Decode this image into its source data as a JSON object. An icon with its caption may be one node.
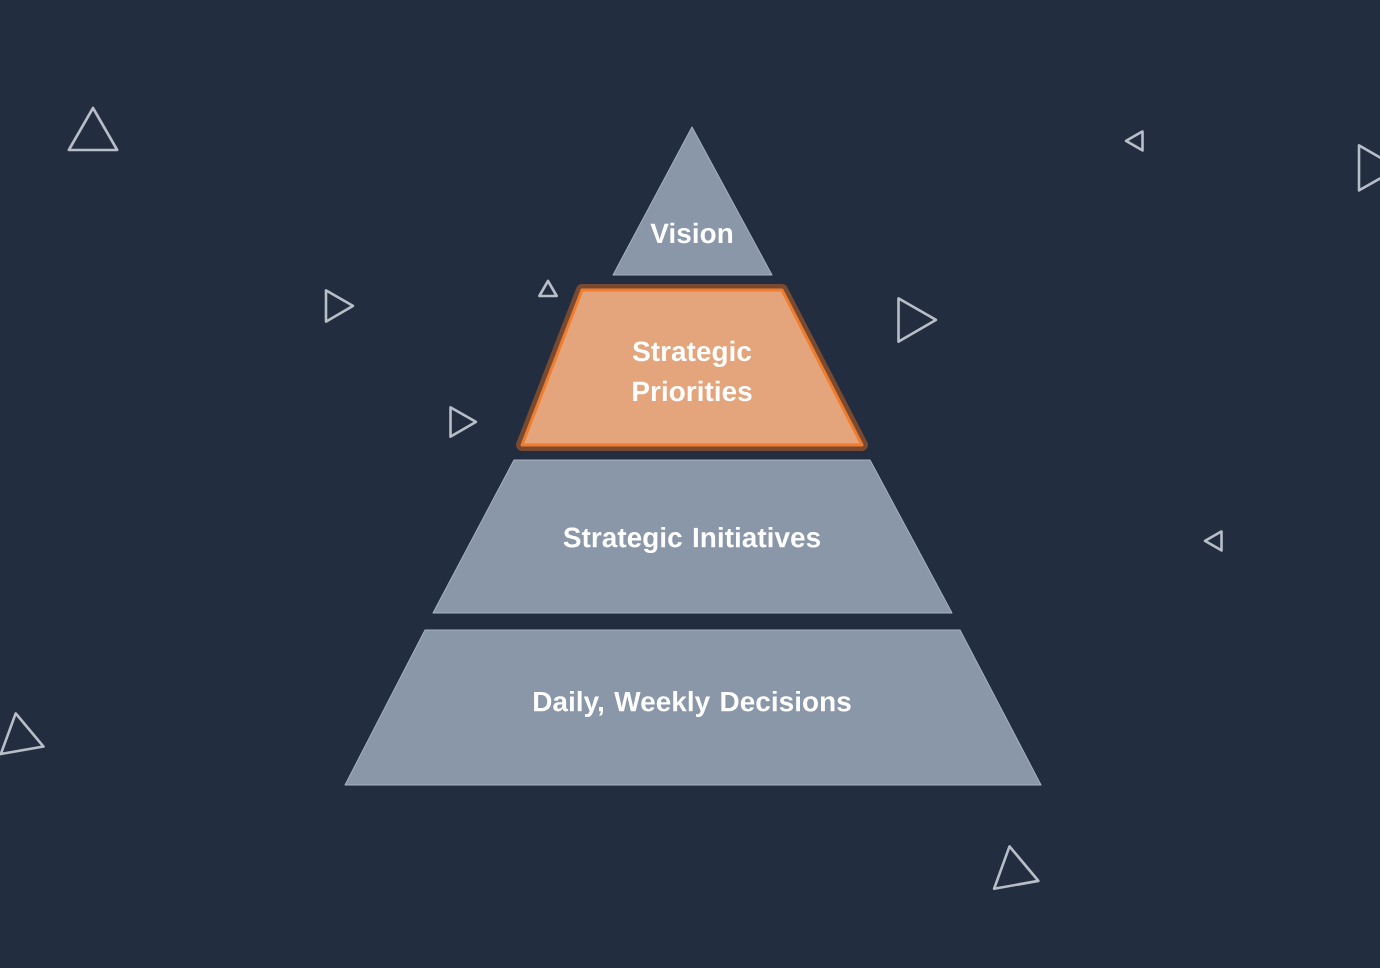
{
  "diagram": {
    "nodes": [
      {
        "text": [
          "Vision"
        ]
      },
      {
        "text": [
          "Strategic Priorities"
        ]
      },
      {
        "text": [
          "Strategic Initiatives"
        ]
      },
      {
        "text": [
          "Daily, Weekly Decisions"
        ]
      }
    ]
  }
}
